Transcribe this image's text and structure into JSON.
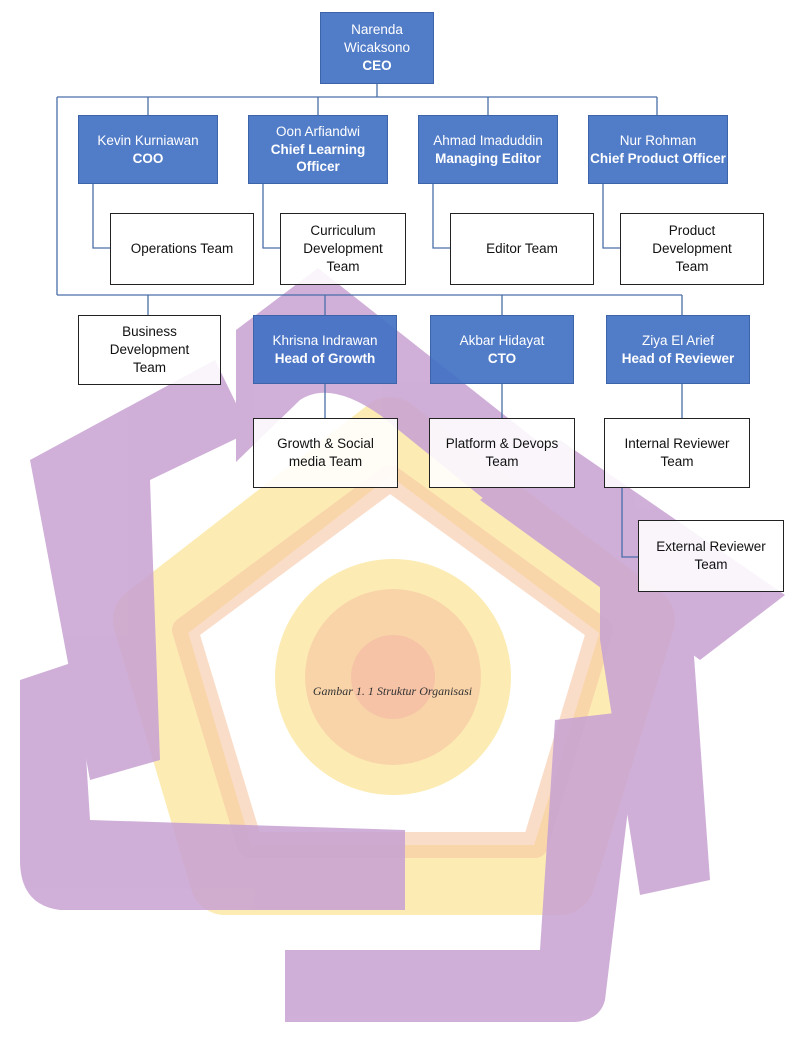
{
  "chart": {
    "ceo": {
      "name": "Narenda Wicaksono",
      "role": "CEO"
    },
    "coo": {
      "name": "Kevin Kurniawan",
      "role": "COO"
    },
    "clo": {
      "name": "Oon Arfiandwi",
      "role": "Chief Learning Officer"
    },
    "me": {
      "name": "Ahmad Imaduddin",
      "role": "Managing Editor"
    },
    "cpo": {
      "name": "Nur Rohman",
      "role": "Chief Product Officer"
    },
    "hog": {
      "name": "Khrisna Indrawan",
      "role": "Head of Growth"
    },
    "cto": {
      "name": "Akbar Hidayat",
      "role": "CTO"
    },
    "hor": {
      "name": "Ziya El Arief",
      "role": "Head of Reviewer"
    },
    "teams": {
      "operations": "Operations Team",
      "curriculum": "Curriculum Development Team",
      "editor": "Editor Team",
      "product": "Product Development Team",
      "business": "Business Development Team",
      "growth_social": "Growth & Social media Team",
      "platform": "Platform & Devops Team",
      "internal_reviewer": "Internal Reviewer Team",
      "external_reviewer": "External Reviewer Team"
    }
  },
  "caption": "Gambar 1. 1 Struktur Organisasi",
  "colors": {
    "manager_box": "#4472C4",
    "team_border": "#222222",
    "connector": "#4a6ea8",
    "watermark_purple": "#c9a4d3",
    "watermark_yellow": "#fbe9a6",
    "watermark_orange": "#f7c7a3"
  },
  "icons": {
    "watermark": "university-logo-watermark"
  }
}
